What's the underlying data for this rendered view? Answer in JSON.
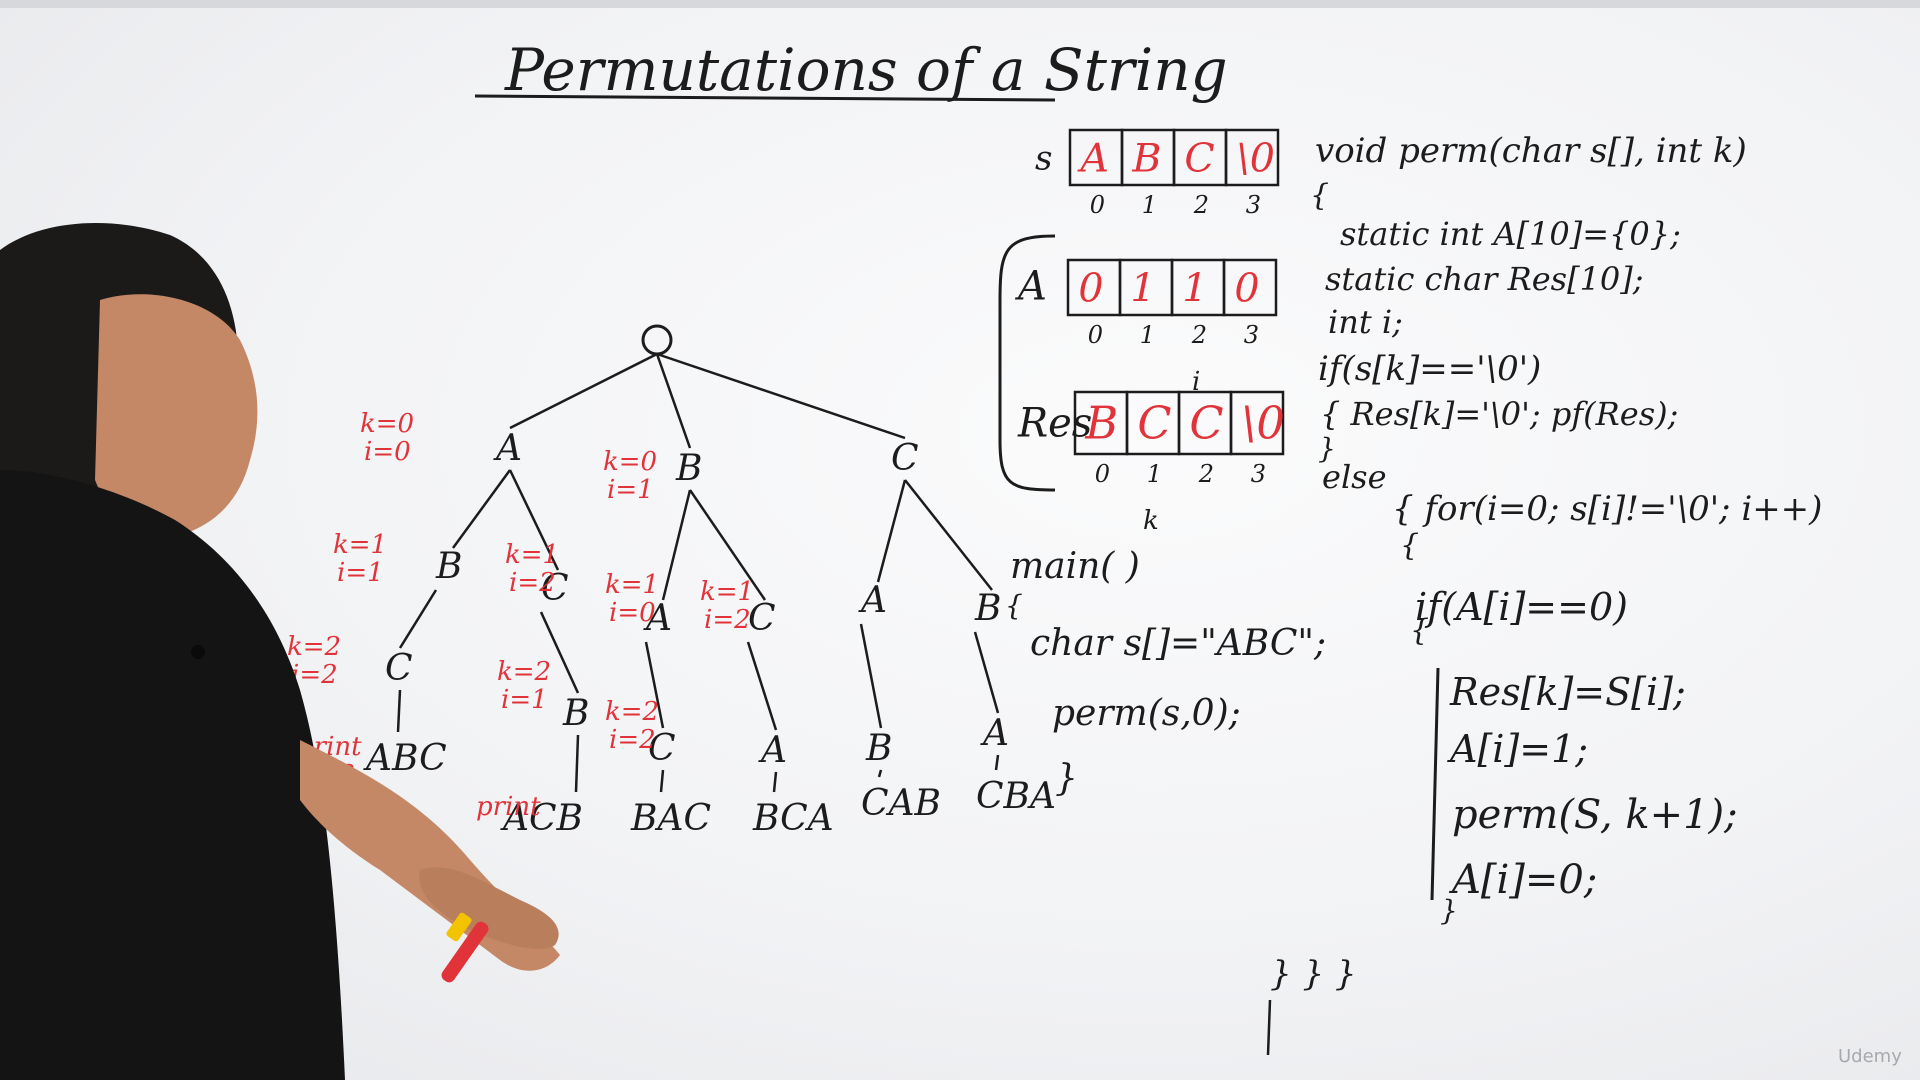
{
  "title": "Permutations of a String",
  "colors": {
    "ink_black": "#1c1c1c",
    "ink_red": "#e0343a",
    "shirt": "#141414",
    "skin": "#c98e6b"
  },
  "array_s": {
    "name": "s",
    "cells": [
      "A",
      "B",
      "C",
      "\\0"
    ],
    "indices": [
      "0",
      "1",
      "2",
      "3"
    ]
  },
  "array_a": {
    "name": "A",
    "cells": [
      "0",
      "1",
      "1",
      "0"
    ],
    "indices": [
      "0",
      "1",
      "2",
      "3"
    ],
    "pointer": "i"
  },
  "array_res": {
    "name": "Res",
    "cells": [
      "B",
      "C",
      "C",
      "\\0"
    ],
    "indices": [
      "0",
      "1",
      "2",
      "3"
    ],
    "pointer": "k"
  },
  "code_perm": [
    "void perm(char s[], int k)",
    "{",
    "static int A[10]={0};",
    "static char Res[10];",
    "int i;",
    "if(s[k]=='\\0')",
    "{  Res[k]='\\0'; pf(Res);",
    "}",
    "else",
    "{   for(i=0; s[i]!='\\0'; i++)",
    "{",
    "if(A[i]==0)",
    "{",
    "Res[k]=S[i];",
    "A[i]=1;",
    "perm(S, k+1);",
    "A[i]=0;",
    "}",
    "}   }   }"
  ],
  "code_main": [
    "main( )",
    "{",
    "char s[]=\"ABC\";",
    "perm(s,0);",
    "}"
  ],
  "tree": {
    "level1": [
      "A",
      "B",
      "C"
    ],
    "level2": [
      "B",
      "C",
      "A",
      "C",
      "A",
      "B"
    ],
    "level3": [
      "C",
      "B",
      "C",
      "A",
      "B",
      "A"
    ],
    "leaves": [
      "ABC",
      "ACB",
      "BAC",
      "BCA",
      "CAB",
      "CBA"
    ]
  },
  "annotations": [
    {
      "text": "k=0",
      "sub": "i=0"
    },
    {
      "text": "k=0",
      "sub": "i=1"
    },
    {
      "text": "k=1",
      "sub": "i=1"
    },
    {
      "text": "k=1",
      "sub": "i=2"
    },
    {
      "text": "k=1",
      "sub": "i=0"
    },
    {
      "text": "k=1",
      "sub": "i=2"
    },
    {
      "text": "k=2",
      "sub": "i=2"
    },
    {
      "text": "k=2",
      "sub": "i=1"
    },
    {
      "text": "k=2",
      "sub": "i=2"
    },
    {
      "text": "print",
      "sub": "k=3"
    },
    {
      "text": "print",
      "sub": ""
    }
  ],
  "watermark": "Udemy"
}
